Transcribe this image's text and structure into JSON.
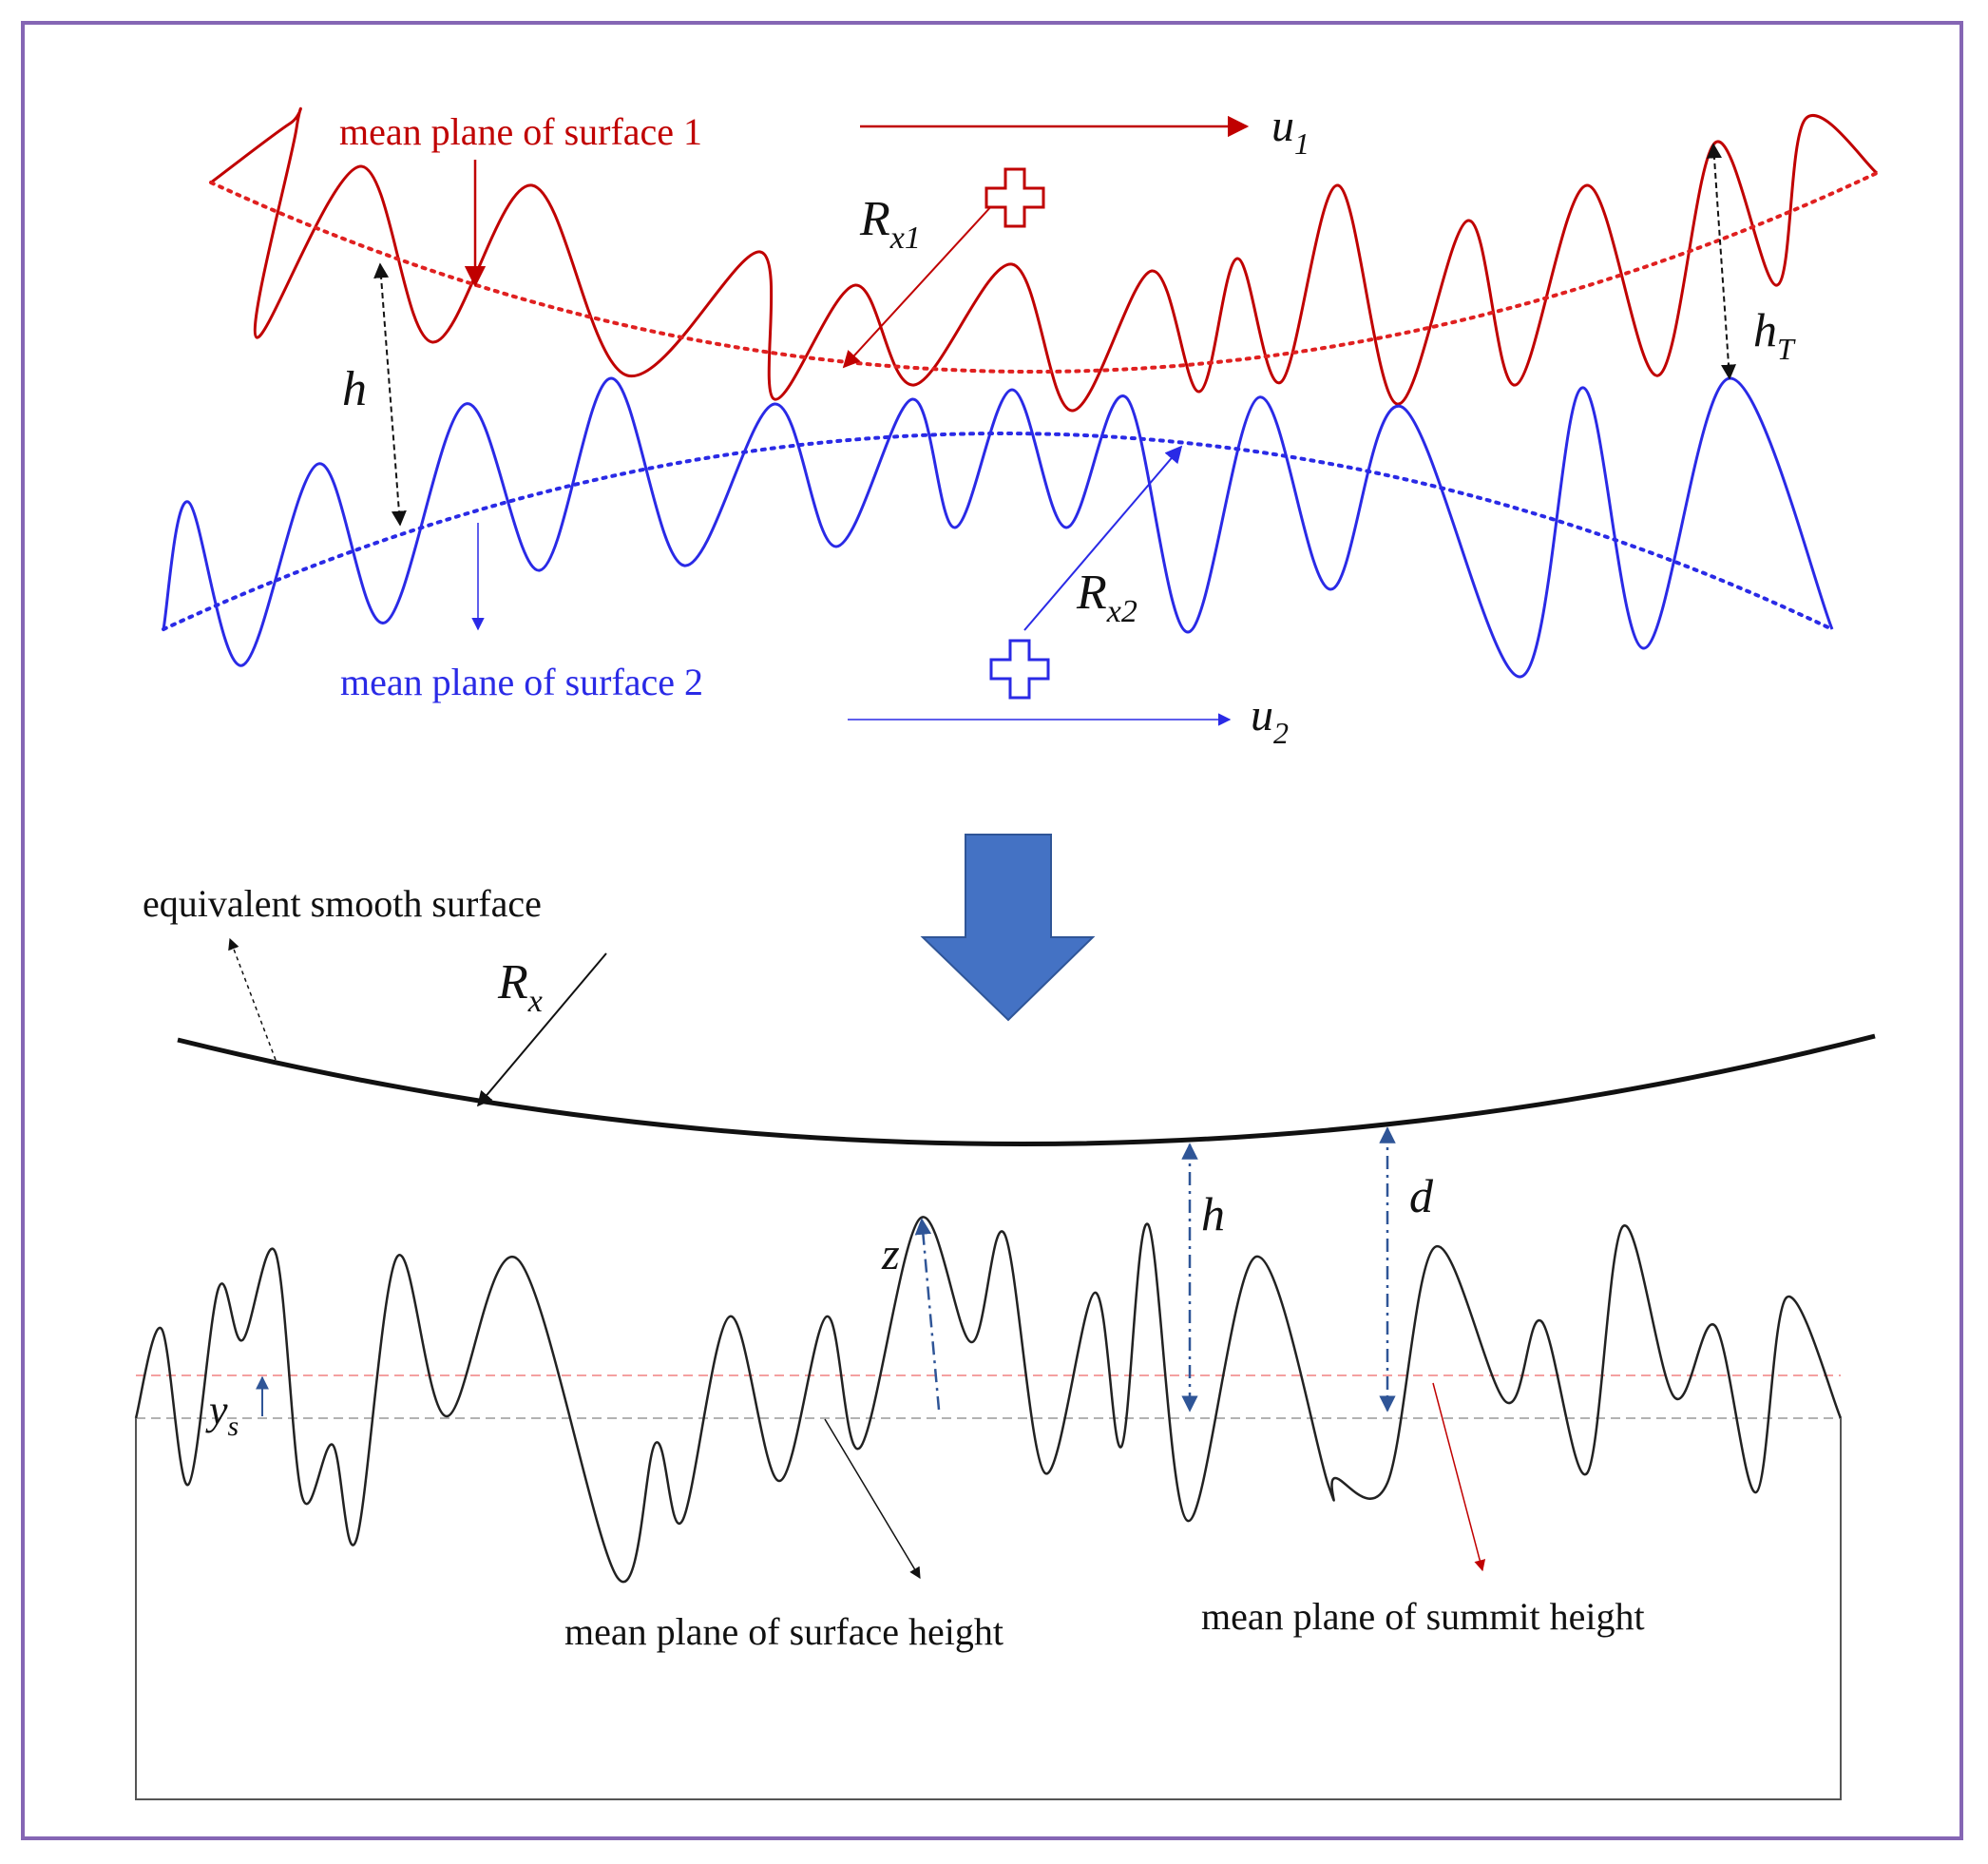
{
  "colors": {
    "surface1": "#c00000",
    "surface2": "#2a2ae6",
    "smooth": "#111111",
    "profile": "#222222",
    "blue_arrow": "#4472c4",
    "blue_dashdot": "#2f5597",
    "frame": "#8566b4"
  },
  "top": {
    "surface1_label": "mean plane of surface 1",
    "surface2_label": "mean plane of surface 2",
    "u1": "u",
    "u1_sub": "1",
    "u2": "u",
    "u2_sub": "2",
    "rx1": "R",
    "rx1_sub": "x1",
    "rx2": "R",
    "rx2_sub": "x2",
    "h": "h",
    "ht": "h",
    "ht_sub": "T",
    "plus_icon": "plus-icon"
  },
  "transition": {
    "icon": "arrow-down-icon"
  },
  "bottom": {
    "smooth_label": "equivalent smooth surface",
    "rx": "R",
    "rx_sub": "x",
    "h": "h",
    "d": "d",
    "z": "z",
    "ys": "y",
    "ys_sub": "s",
    "surface_height_label": "mean plane of surface height",
    "summit_height_label": "mean plane of summit height"
  }
}
